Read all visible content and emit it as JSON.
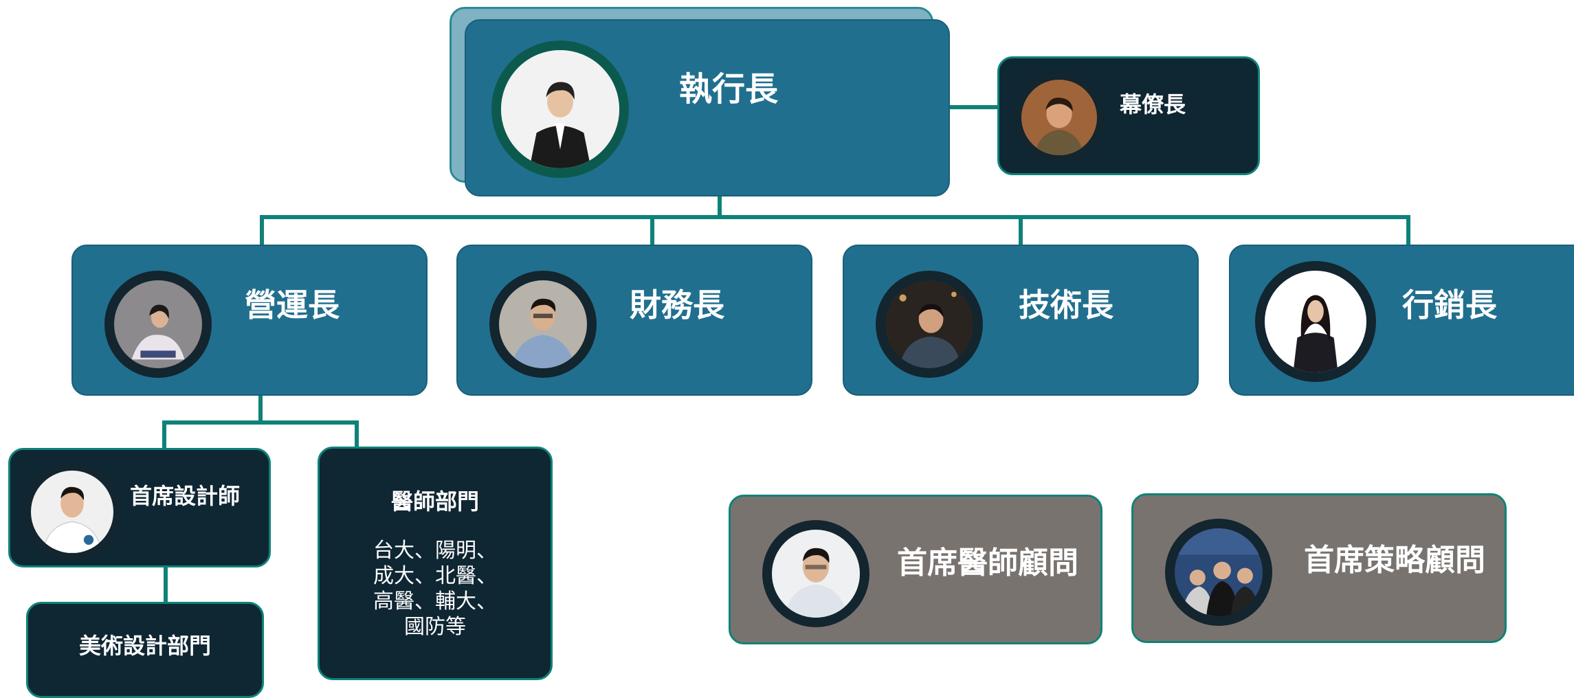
{
  "ceo": {
    "title": "執行長"
  },
  "chief_of_staff": {
    "title": "幕僚長"
  },
  "chiefs": [
    {
      "title": "營運長"
    },
    {
      "title": "財務長"
    },
    {
      "title": "技術長"
    },
    {
      "title": "行銷長"
    }
  ],
  "chief_designer": {
    "title": "首席設計師"
  },
  "art_department": {
    "title": "美術設計部門"
  },
  "doctor_department": {
    "title": "醫師部門",
    "lines": [
      "台大、陽明、",
      "成大、北醫、",
      "高醫、輔大、",
      "國防等"
    ]
  },
  "advisors": [
    {
      "title": "首席醫師顧問"
    },
    {
      "title": "首席策略顧問"
    }
  ],
  "colors": {
    "connector": "#0e8278",
    "teal_box": "#216f8f",
    "dark_box": "#0f2633",
    "gray_box": "#79736f"
  },
  "icons": {
    "avatar": "person-photo-icon"
  }
}
